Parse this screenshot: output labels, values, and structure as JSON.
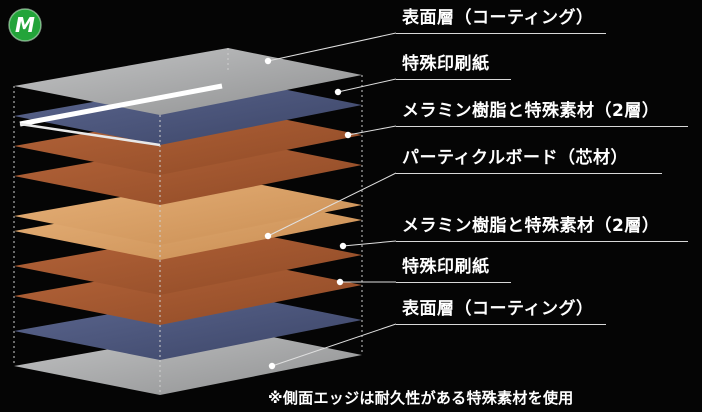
{
  "badge_letter": "M",
  "colors": {
    "background": "#050505",
    "coating": "#a9aaab",
    "printed_paper": "#4d577c",
    "melamine": "#a7592f",
    "core_board": "#dba063",
    "badge_green": "#23a43a"
  },
  "labels": [
    {
      "text": "表面層（コーティング）"
    },
    {
      "text": "特殊印刷紙"
    },
    {
      "text": "メラミン樹脂と特殊素材（2層）"
    },
    {
      "text": "パーティクルボード（芯材）"
    },
    {
      "text": "メラミン樹脂と特殊素材（2層）"
    },
    {
      "text": "特殊印刷紙"
    },
    {
      "text": "表面層（コーティング）"
    }
  ],
  "footnote": "※側面エッジは耐久性がある特殊素材を使用"
}
